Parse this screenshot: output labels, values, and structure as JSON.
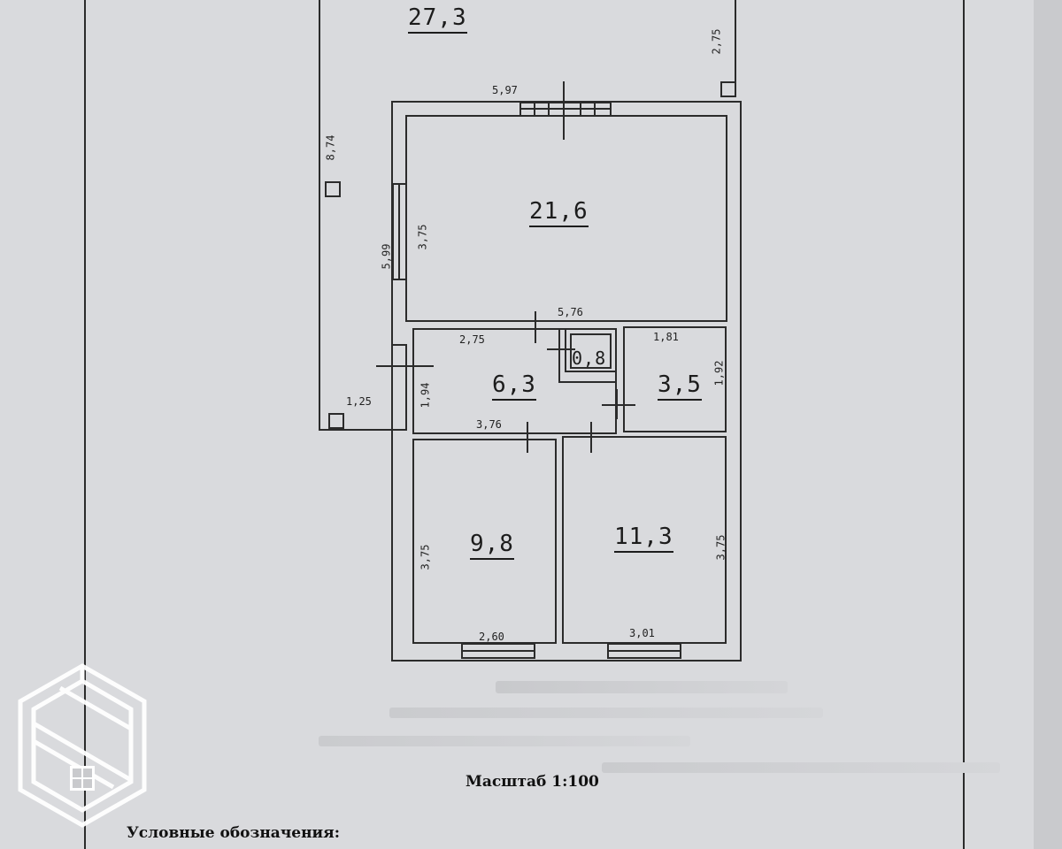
{
  "plan": {
    "rooms": [
      {
        "area": "27,3"
      },
      {
        "area": "21,6"
      },
      {
        "area": "6,3"
      },
      {
        "area": "0,8"
      },
      {
        "area": "3,5"
      },
      {
        "area": "9,8"
      },
      {
        "area": "11,3"
      }
    ],
    "dimensions": {
      "d_5_97": "5,97",
      "d_2_75_top": "2,75",
      "d_8_74": "8,74",
      "d_5_99": "5,99",
      "d_3_75_big": "3,75",
      "d_5_76": "5,76",
      "d_2_75_mid": "2,75",
      "d_1_81": "1,81",
      "d_1_92": "1,92",
      "d_1_94": "1,94",
      "d_1_25": "1,25",
      "d_3_76": "3,76",
      "d_3_75_left": "3,75",
      "d_3_75_right": "3,75",
      "d_2_60": "2,60",
      "d_3_01": "3,01"
    }
  },
  "footer": {
    "scale": "Масштаб 1:100",
    "legend": "Условные обозначения:"
  },
  "colors": {
    "paper": "#d9dadd",
    "ink": "#2b2b2b",
    "logo": "#ffffff"
  },
  "icons": {
    "logo": "castle-house-logo-icon"
  }
}
